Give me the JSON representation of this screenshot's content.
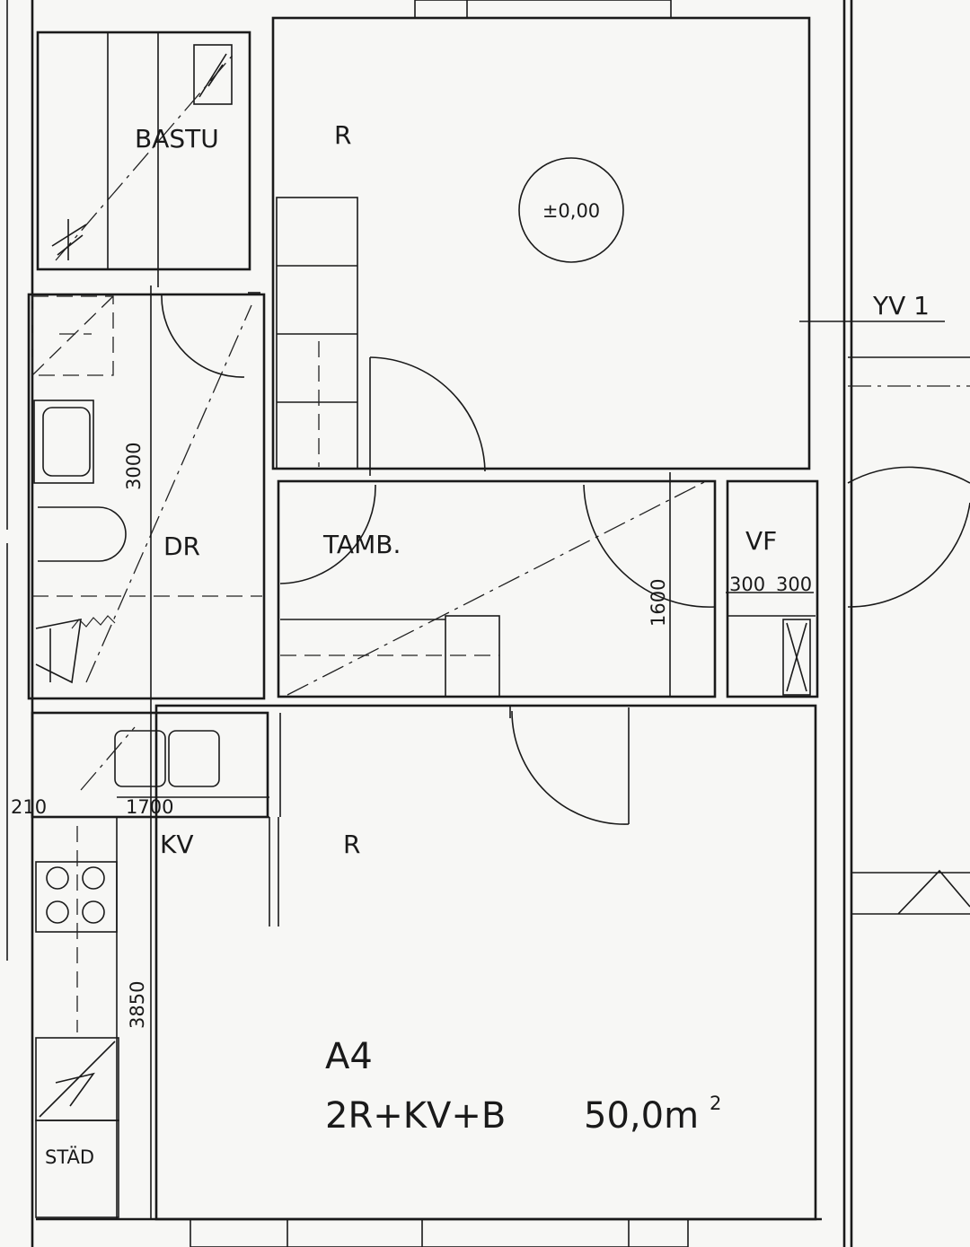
{
  "rooms": {
    "bastu": "BASTU",
    "r_top": "R",
    "dr": "DR",
    "tamb": "TAMB.",
    "vf": "VF",
    "kv": "KV",
    "r_bottom": "R",
    "stad": "STÄD"
  },
  "level_mark": "±0,00",
  "section_mark": "YV 1",
  "dimensions": {
    "d3000": "3000",
    "d1600": "1600",
    "d300a": "300",
    "d300b": "300",
    "d210": "210",
    "d1700": "1700",
    "d3850": "3850"
  },
  "apartment": {
    "id": "A4",
    "composition": "2R+KV+B",
    "area": "50,0m",
    "area_sup": "2"
  }
}
